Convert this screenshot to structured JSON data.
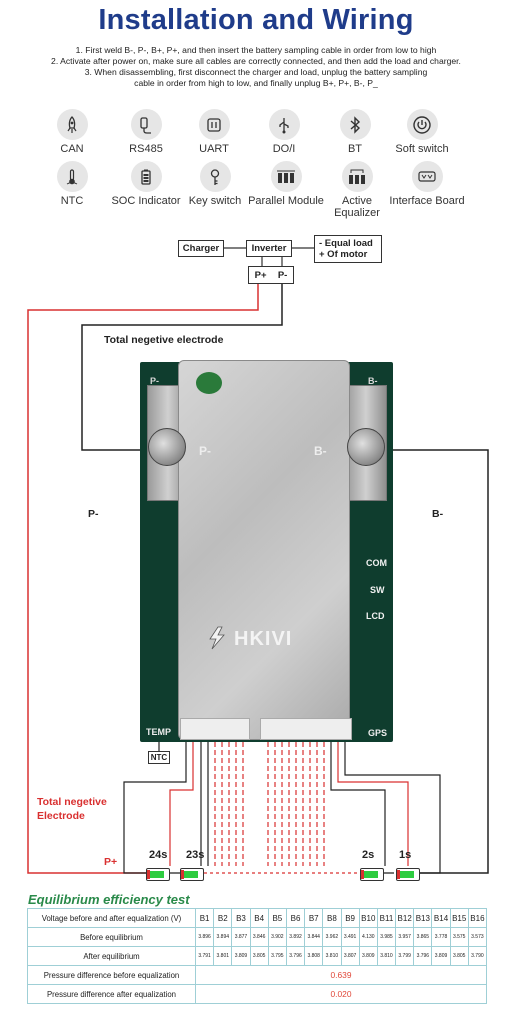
{
  "title": "Installation and Wiring",
  "instructions": [
    "1. First weld B-, P-, B+, P+, and then insert the battery sampling cable in order from low to high",
    "2. Activate after power on, make sure all cables are correctly connected, and then add the load and charger.",
    "3. When disassembling, first disconnect the charger and load, unplug the battery sampling",
    "cable in order from high to low, and finally unplug B+, P+, B-, P_"
  ],
  "features_row1": [
    {
      "label": "CAN",
      "icon": "rocket-icon"
    },
    {
      "label": "RS485",
      "icon": "rs485-plug-icon"
    },
    {
      "label": "UART",
      "icon": "uart-connector-icon"
    },
    {
      "label": "DO/I",
      "icon": "usb-icon"
    },
    {
      "label": "BT",
      "icon": "bluetooth-icon"
    },
    {
      "label": "Soft switch",
      "icon": "power-icon"
    }
  ],
  "features_row2": [
    {
      "label": "NTC",
      "icon": "thermometer-icon"
    },
    {
      "label": "SOC Indicator",
      "icon": "battery-level-icon"
    },
    {
      "label": "Key switch",
      "icon": "key-icon"
    },
    {
      "label": "Parallel Module",
      "icon": "parallel-batteries-icon"
    },
    {
      "label": "Active Equalizer",
      "icon": "equalizer-batteries-icon"
    },
    {
      "label": "Interface Board",
      "icon": "interface-board-icon"
    }
  ],
  "wiring": {
    "charger": "Charger",
    "inverter": "Inverter",
    "load_minus": "- Equal load",
    "load_plus": "+ Of motor",
    "p_plus": "P+",
    "p_minus": "P-",
    "total_negative_top": "Total negetive electrode",
    "p_minus_side": "P-",
    "b_minus_side": "B-",
    "total_negative_bottom_1": "Total negetive",
    "total_negative_bottom_2": "Electrode",
    "p_plus_bottom": "P+",
    "ntc_label": "NTC",
    "cells": [
      "24s",
      "23s",
      "2s",
      "1s"
    ]
  },
  "board": {
    "brand": "HKIVI",
    "p_minus_pad": "P-",
    "b_minus_pad": "B-",
    "p_minus_silk": "P-",
    "b_minus_silk": "B-",
    "com": "COM",
    "sw": "SW",
    "lcd": "LCD",
    "temp": "TEMP",
    "gps": "GPS"
  },
  "equalization": {
    "title": "Equilibrium efficiency test",
    "header_label": "Voltage before and after equalization (V)",
    "columns": [
      "B1",
      "B2",
      "B3",
      "B4",
      "B5",
      "B6",
      "B7",
      "B8",
      "B9",
      "B10",
      "B11",
      "B12",
      "B13",
      "B14",
      "B15",
      "B16"
    ],
    "before_label": "Before equilibrium",
    "before": [
      "3.896",
      "3.894",
      "3.877",
      "3.846",
      "3.902",
      "3.892",
      "3.844",
      "3.962",
      "3.491",
      "4.130",
      "3.985",
      "3.957",
      "3.865",
      "3.778",
      "3.575",
      "3.573"
    ],
    "after_label": "After equilibrium",
    "after": [
      "3.791",
      "3.801",
      "3.809",
      "3.805",
      "3.795",
      "3.796",
      "3.808",
      "3.810",
      "3.807",
      "3.809",
      "3.810",
      "3.799",
      "3.796",
      "3.809",
      "3.805",
      "3.790"
    ],
    "diff_before_label": "Pressure difference before equalization",
    "diff_before": "0.639",
    "diff_after_label": "Pressure difference after equalization",
    "diff_after": "0.020"
  },
  "colors": {
    "title": "#1f3c8a",
    "red_wire": "#d93030",
    "table_border": "#9fcfd6",
    "table_title": "#2a8a4a"
  }
}
